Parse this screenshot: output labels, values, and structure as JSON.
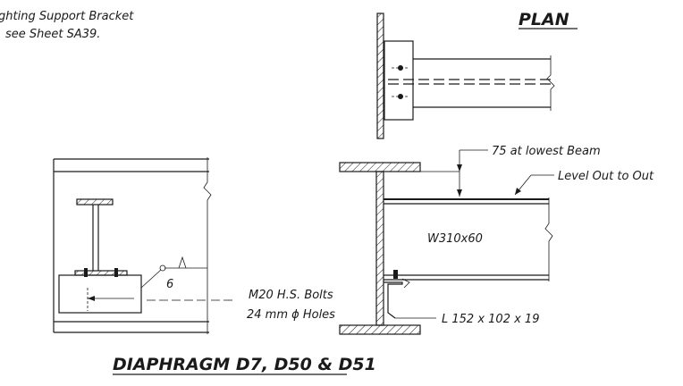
{
  "notes": {
    "bracket_line1": "ghting Support Bracket",
    "bracket_line2": "see Sheet SA39.",
    "plan_title": "PLAN",
    "clearance": "75 at lowest Beam",
    "level": "Level Out to Out",
    "beam_size": "W310x60",
    "weld": "6",
    "bolts_line1": "M20 H.S. Bolts",
    "bolts_line2": "24 mm ϕ Holes",
    "angle": "L  152  x  102  x  19",
    "diaphragm_title": "DIAPHRAGM  D7, D50 & D51"
  }
}
